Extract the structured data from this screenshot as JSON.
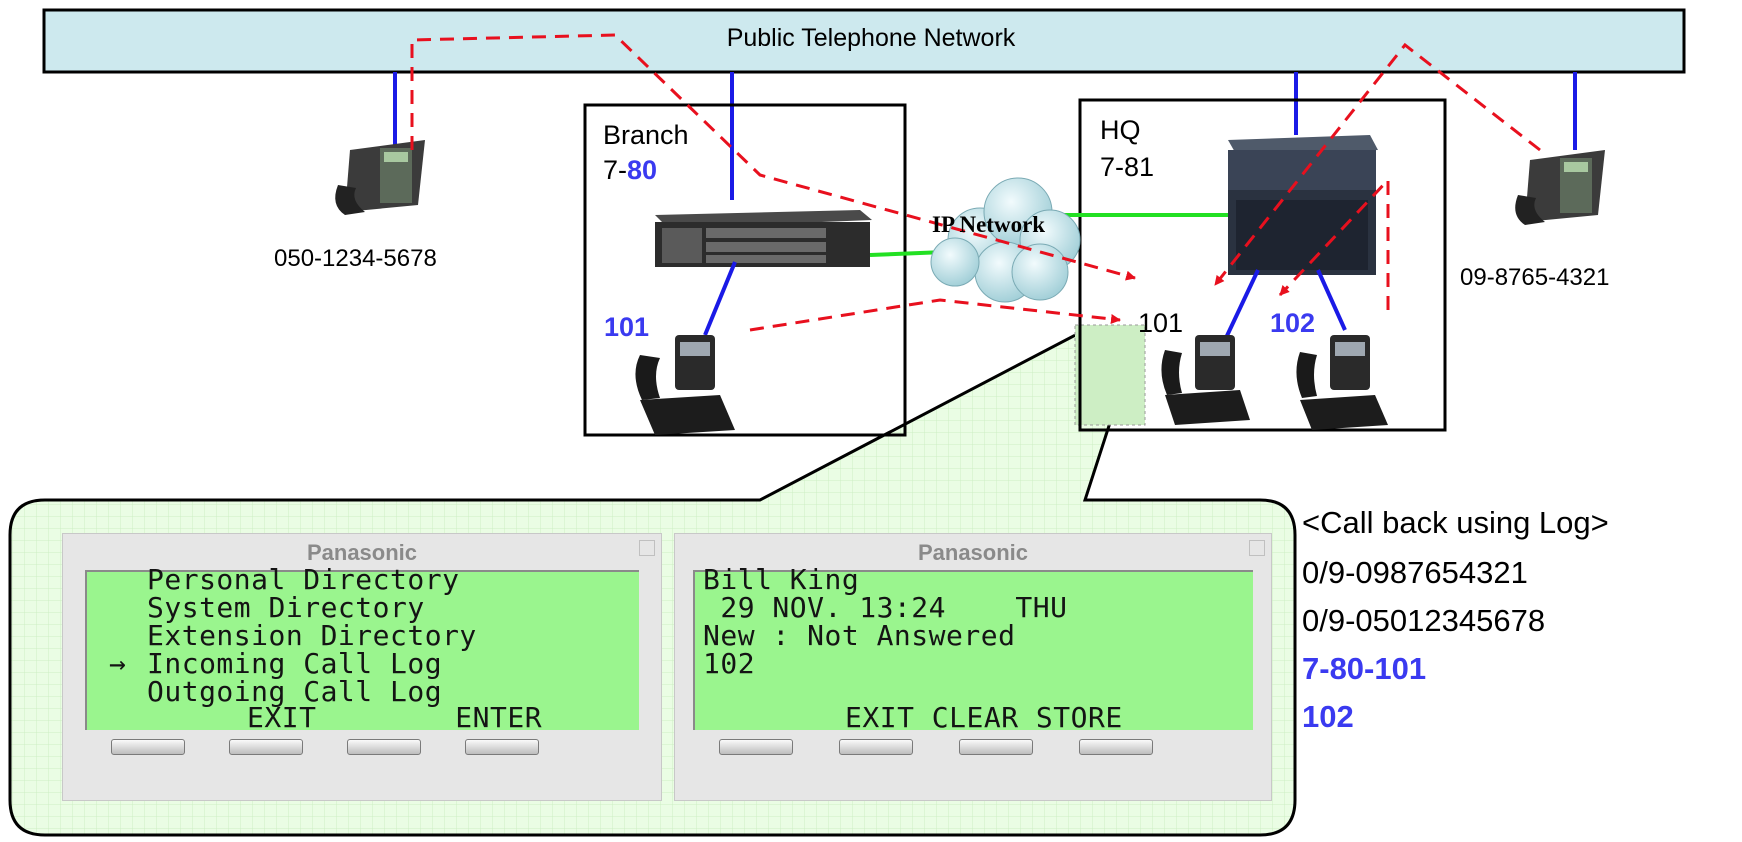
{
  "network": {
    "label": "Public Telephone Network"
  },
  "branch": {
    "name": "Branch",
    "pbx_prefix": "7-",
    "pbx_suffix": "80",
    "extension": "101"
  },
  "hq": {
    "name": "HQ",
    "pbx_code": "7-81",
    "ext_a": "101",
    "ext_b": "102"
  },
  "ip_network": {
    "label": "IP Network"
  },
  "external_phones": {
    "left_number": "050-1234-5678",
    "right_number": "09-8765-4321"
  },
  "callback": {
    "title": "<Call back using Log>",
    "entries": [
      {
        "text": "0/9-0987654321",
        "highlight": false
      },
      {
        "text": "0/9-05012345678",
        "highlight": false
      },
      {
        "text": "7-80-101",
        "highlight": true
      },
      {
        "text": "102",
        "highlight": true
      }
    ]
  },
  "display_menu": {
    "brand": "Panasonic",
    "lines": [
      "Personal Directory",
      "System Directory",
      "Extension Directory",
      "Incoming Call Log",
      "Outgoing Call Log"
    ],
    "selected_marker": "→",
    "softkeys": "EXIT        ENTER"
  },
  "display_log": {
    "brand": "Panasonic",
    "name": "Bill King",
    "datetime": " 29 NOV. 13:24    THU",
    "status": "New : Not Answered",
    "number": "102",
    "softkeys": "EXIT CLEAR STORE"
  },
  "colors": {
    "trunk_line": "#1a1ae6",
    "ip_line": "#22e022",
    "call_path": "#e8101e",
    "network_bar": "#cde9ee",
    "lcd": "#9af58e",
    "callout": "#e6fbe0"
  }
}
